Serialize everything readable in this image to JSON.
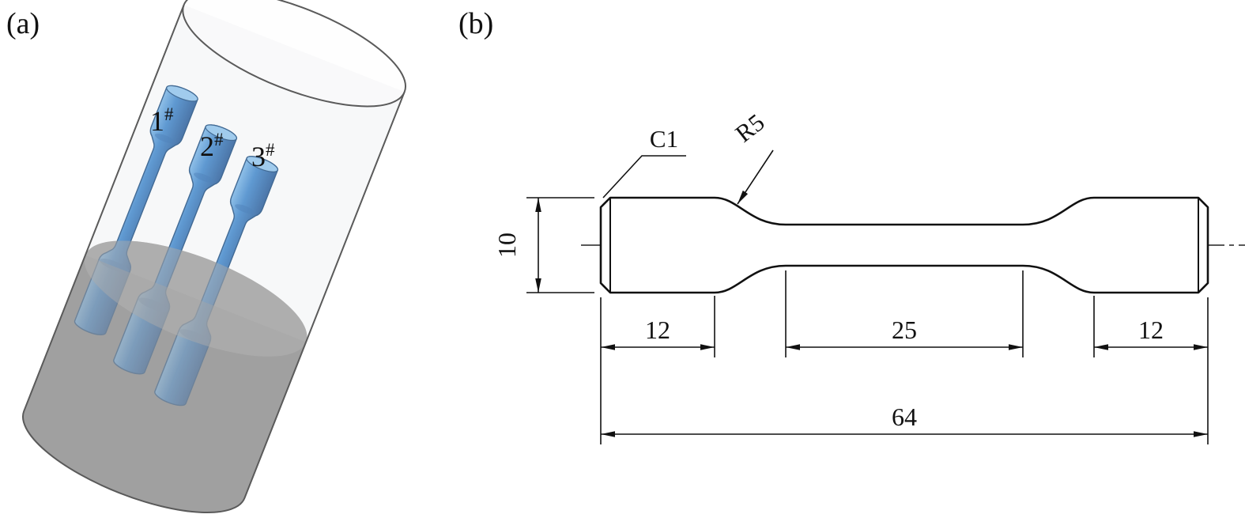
{
  "figure": {
    "panel_a_label": "(a)",
    "panel_b_label": "(b)"
  },
  "panel_a": {
    "specimens": [
      {
        "num": "1",
        "sup": "#"
      },
      {
        "num": "2",
        "sup": "#"
      },
      {
        "num": "3",
        "sup": "#"
      }
    ],
    "colors": {
      "specimen_blue": "#4186c9",
      "liquid_gray": "#8f8f8f",
      "glass_outline": "#5a5a5a"
    }
  },
  "panel_b": {
    "callouts": {
      "chamfer": "C1",
      "fillet_radius": "R5"
    },
    "dimensions": {
      "grip_height": "10",
      "left_grip_length": "12",
      "gauge_length": "25",
      "right_grip_length": "12",
      "total_length": "64"
    }
  }
}
